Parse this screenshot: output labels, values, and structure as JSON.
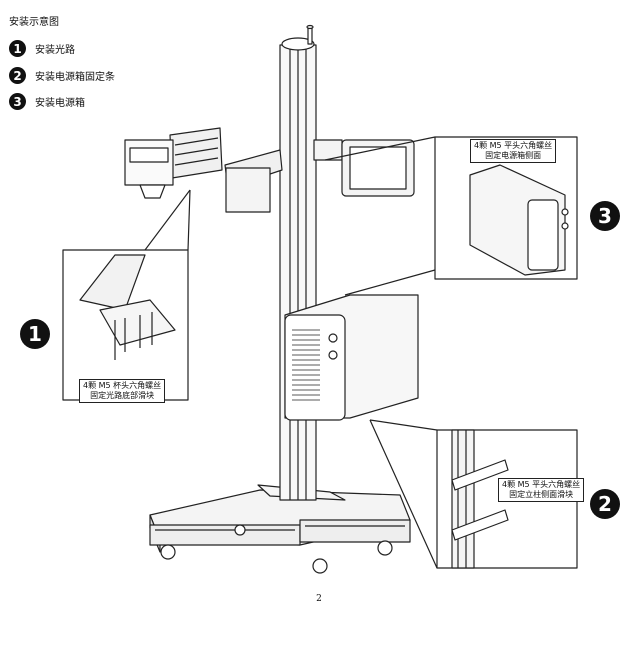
{
  "title": "安装示意图",
  "steps": [
    {
      "num": "1",
      "label": "安装光路"
    },
    {
      "num": "2",
      "label": "安装电源箱固定条"
    },
    {
      "num": "3",
      "label": "安装电源箱"
    }
  ],
  "callouts": {
    "c1": {
      "line1": "4颗 M5 杯头六角螺丝",
      "line2": "固定光路底部滑块"
    },
    "c2": {
      "line1": "4颗 M5 平头六角螺丝",
      "line2": "固定立柱侧面滑块"
    },
    "c3": {
      "line1": "4颗 M5 平头六角螺丝",
      "line2": "固定电源箱侧面"
    }
  },
  "page_number": "2"
}
